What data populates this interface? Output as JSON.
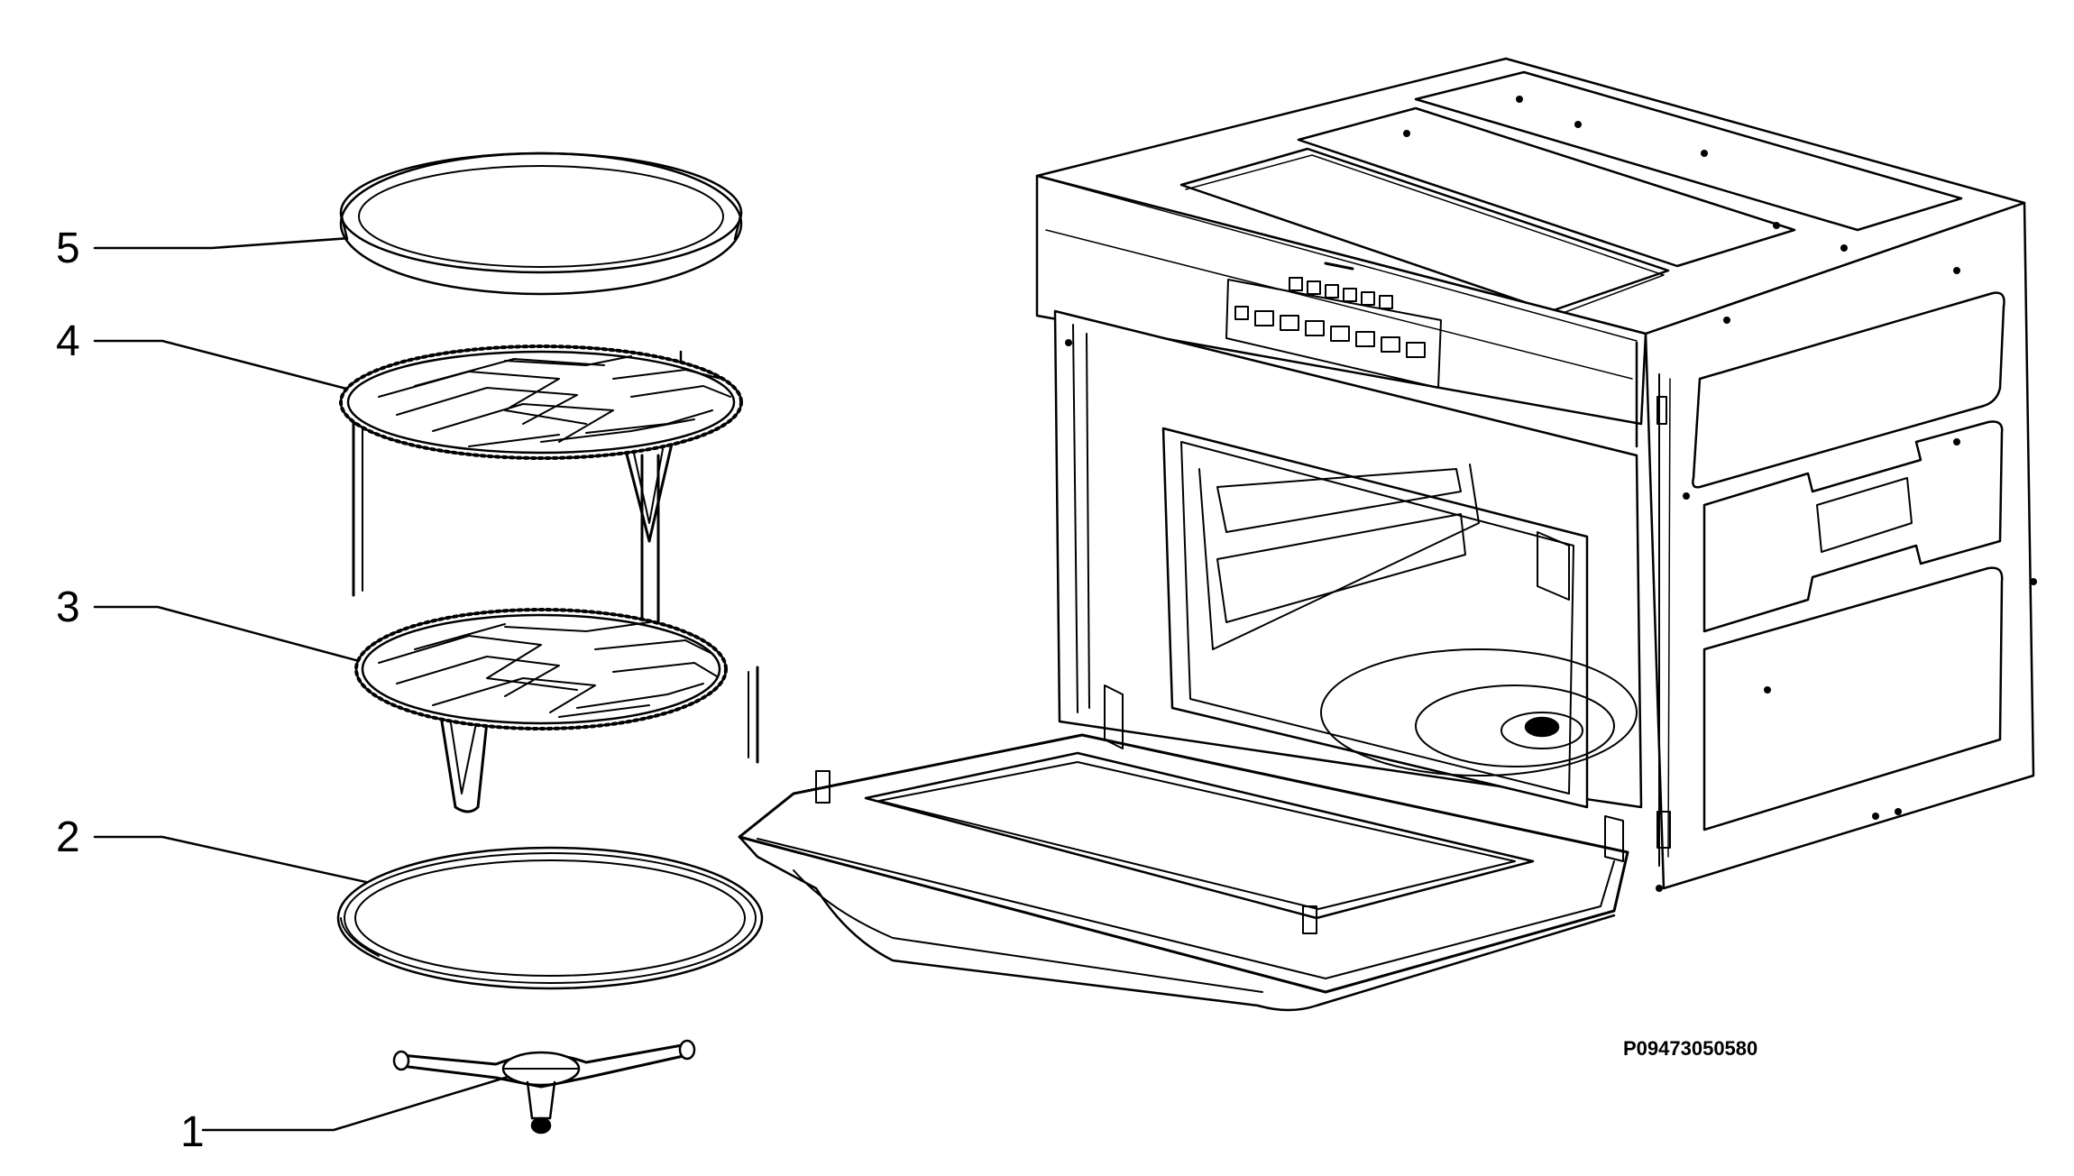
{
  "callouts": [
    {
      "number": "1",
      "part": "roller-support"
    },
    {
      "number": "2",
      "part": "glass-tray"
    },
    {
      "number": "3",
      "part": "low-rack"
    },
    {
      "number": "4",
      "part": "high-rack"
    },
    {
      "number": "5",
      "part": "crisp-plate"
    }
  ],
  "part_code": "P09473050580",
  "colors": {
    "line": "#000000",
    "background": "#ffffff",
    "shade": "#e6e6e6"
  }
}
